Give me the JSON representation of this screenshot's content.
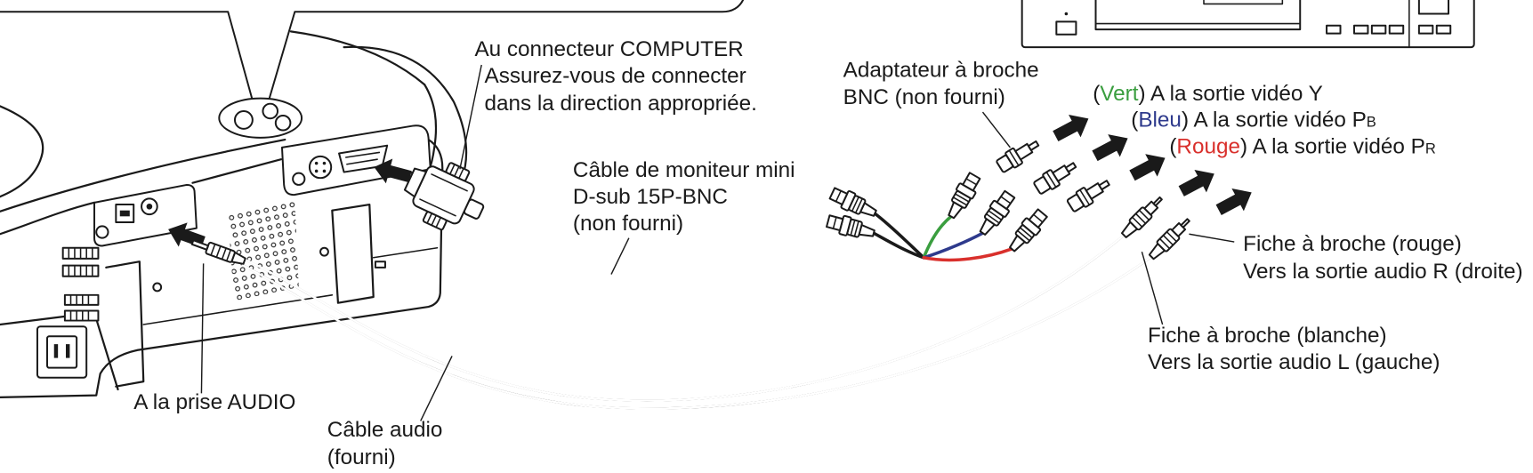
{
  "computer_connector": {
    "line1": "Au connecteur COMPUTER",
    "line2": "Assurez-vous de connecter",
    "line3": "dans la direction appropriée."
  },
  "bnc_adapter": {
    "line1": "Adaptateur à broche",
    "line2": "BNC (non fourni)"
  },
  "video_outputs": [
    {
      "open": "(",
      "word": "Vert",
      "color": "#3a9e3f",
      "text": ") A la sortie vidéo Y",
      "sub": ""
    },
    {
      "open": "(",
      "word": "Bleu",
      "color": "#2e3a8c",
      "text": ") A la sortie vidéo P",
      "sub": "B"
    },
    {
      "open": "(",
      "word": "Rouge",
      "color": "#d9302c",
      "text": ") A la sortie vidéo P",
      "sub": "R"
    }
  ],
  "monitor_cable": {
    "line1": "Câble de moniteur mini",
    "line2": "D-sub 15P-BNC",
    "line3": "(non fourni)"
  },
  "pin_plug_red": {
    "line1": "Fiche à broche (rouge)",
    "line2": "Vers la sortie audio R (droite)"
  },
  "pin_plug_white": {
    "line1": "Fiche à broche (blanche)",
    "line2": "Vers la sortie audio L (gauche)"
  },
  "audio_jack": {
    "line1": "A la prise AUDIO"
  },
  "audio_cable": {
    "line1": "Câble audio",
    "line2": "(fourni)"
  },
  "colors": {
    "line": "#1a1a1a",
    "green": "#3a9e3f",
    "blue": "#2e3a8c",
    "red": "#d9302c"
  }
}
